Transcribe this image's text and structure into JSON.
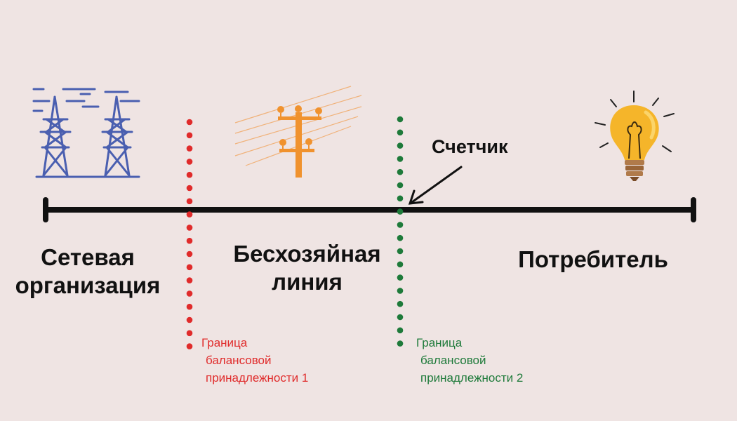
{
  "zones": {
    "grid_org": {
      "line1": "Сетевая",
      "line2": "организация"
    },
    "ownerless_line": {
      "line1": "Бесхозяйная",
      "line2": "линия"
    },
    "consumer": {
      "label": "Потребитель"
    }
  },
  "meter": {
    "label": "Счетчик"
  },
  "boundaries": [
    {
      "line1": "Граница",
      "line2": "балансовой",
      "line3": "принадлежности 1",
      "color": "#e02b2b"
    },
    {
      "line1": "Граница",
      "line2": "балансовой",
      "line3": "принадлежности 2",
      "color": "#1e7a3a"
    }
  ],
  "colors": {
    "background": "#efe4e3",
    "towers": "#4a5fb0",
    "pole": "#f0922e",
    "bulb": "#f5b52a",
    "main_line": "#111111"
  },
  "icons": [
    "transmission-towers-icon",
    "utility-pole-icon",
    "light-bulb-icon",
    "arrow-icon"
  ]
}
